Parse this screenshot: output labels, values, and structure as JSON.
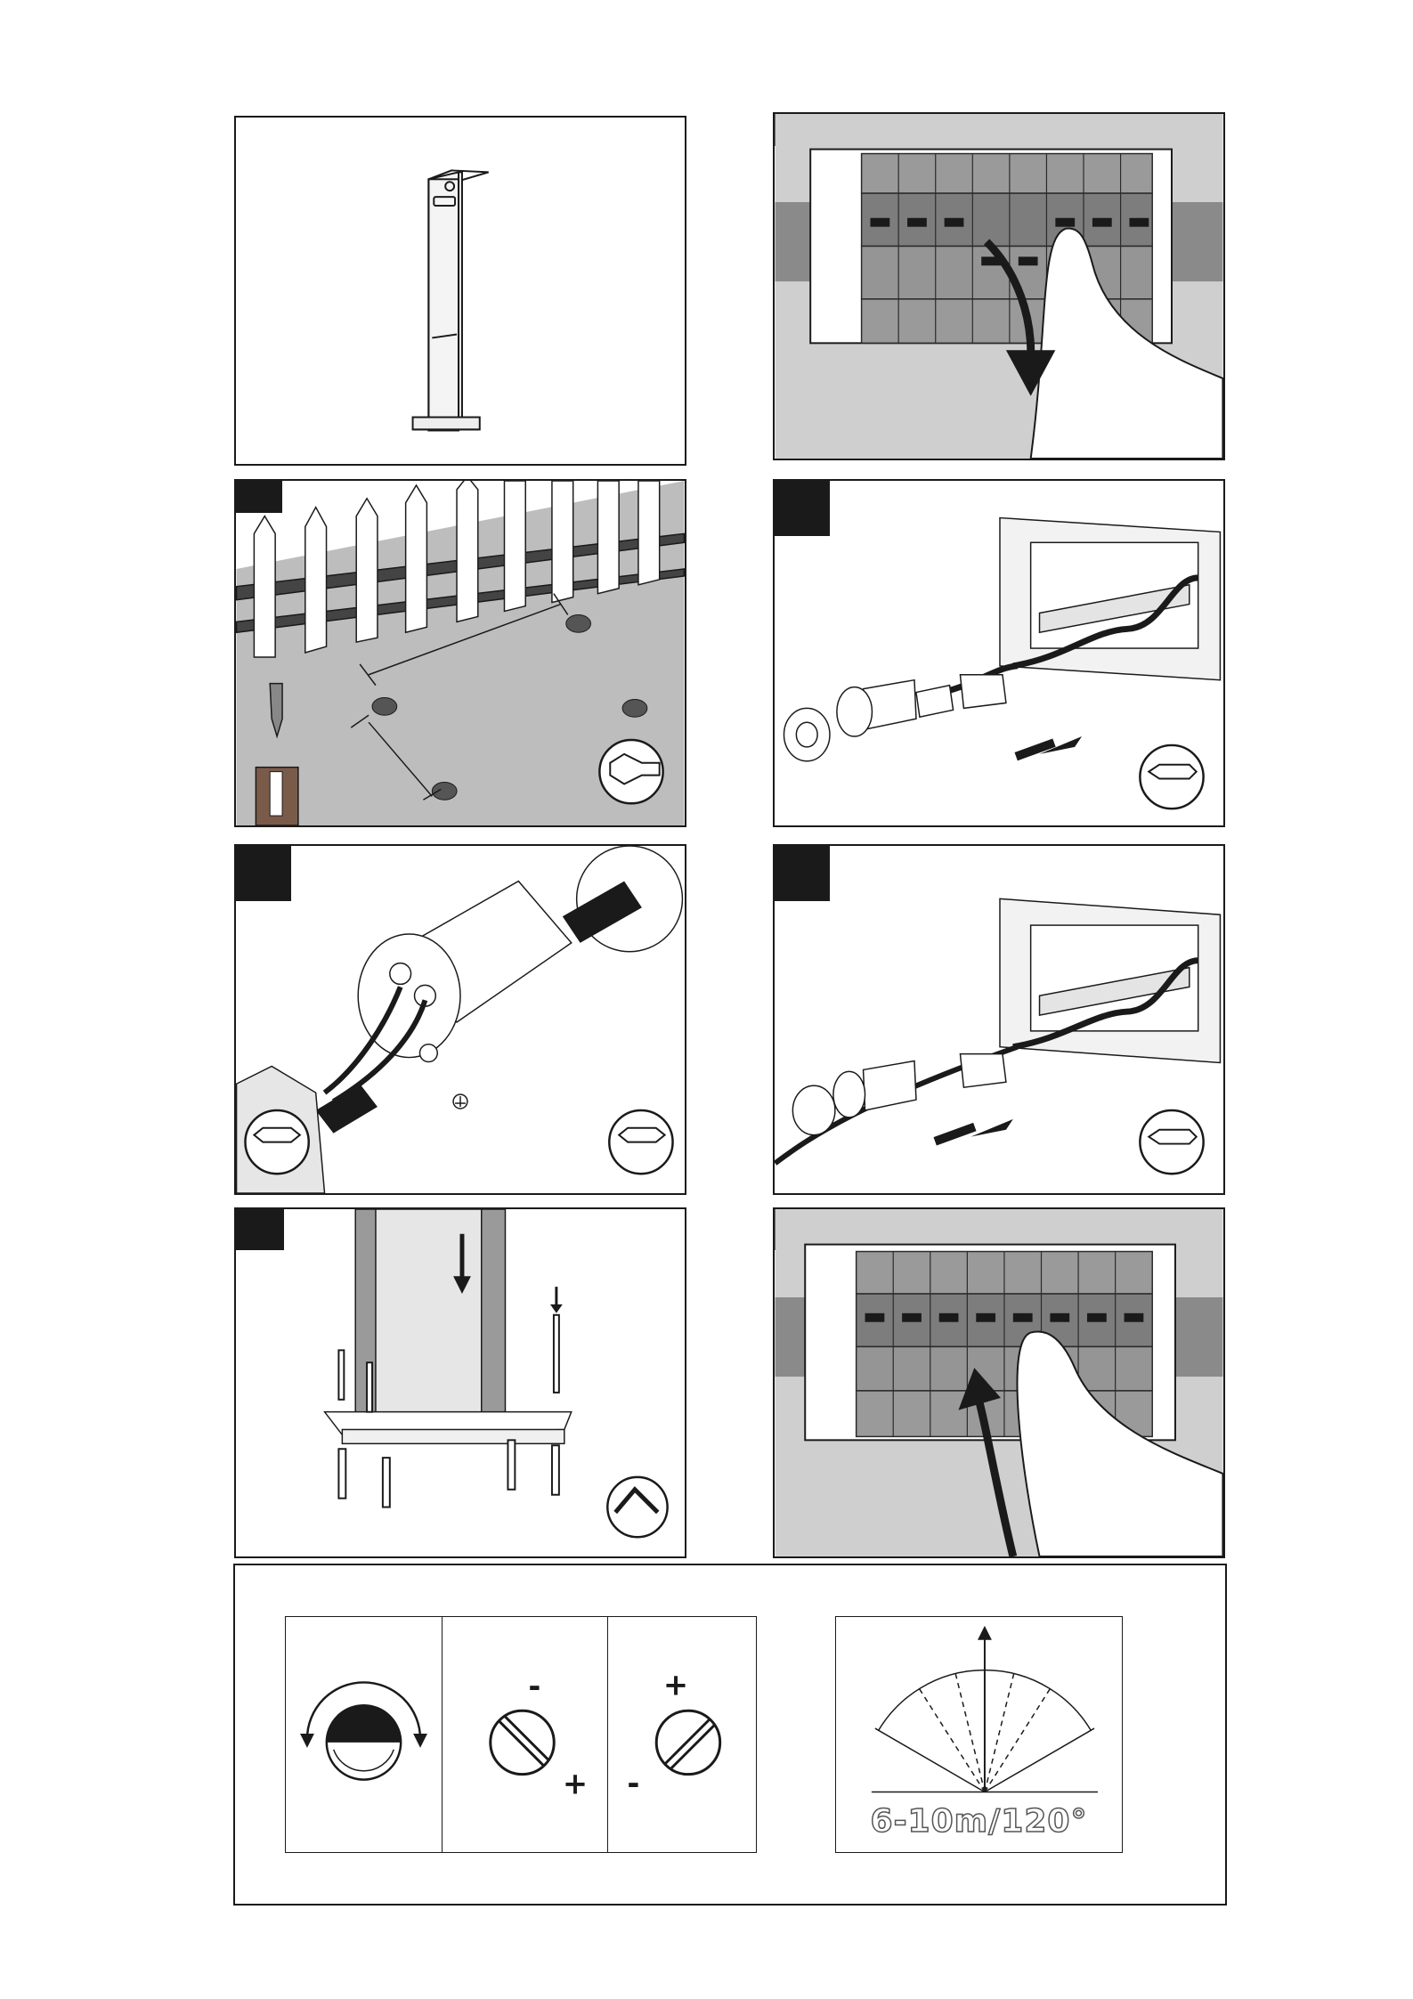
{
  "panels": [
    {
      "id": "product",
      "step_tab": false
    },
    {
      "id": "switch-off",
      "step_tab": true
    },
    {
      "id": "drill-holes",
      "step_tab": true
    },
    {
      "id": "disconnect-connector",
      "step_tab": true
    },
    {
      "id": "wiring",
      "step_tab": true
    },
    {
      "id": "reconnect-connector",
      "step_tab": true
    },
    {
      "id": "mount-post",
      "step_tab": true
    },
    {
      "id": "switch-on",
      "step_tab": true
    }
  ],
  "adjustments": {
    "cells": [
      {
        "icon": "light-sensor-rotate-icon"
      },
      {
        "icon": "screw-adjust-icon",
        "top_sign": "-",
        "bottom_sign": "+"
      },
      {
        "icon": "screw-adjust-icon",
        "top_sign": "+",
        "bottom_sign": "-"
      }
    ]
  },
  "pir": {
    "icon": "detection-range-icon",
    "range_label": "6-10m/120°"
  }
}
